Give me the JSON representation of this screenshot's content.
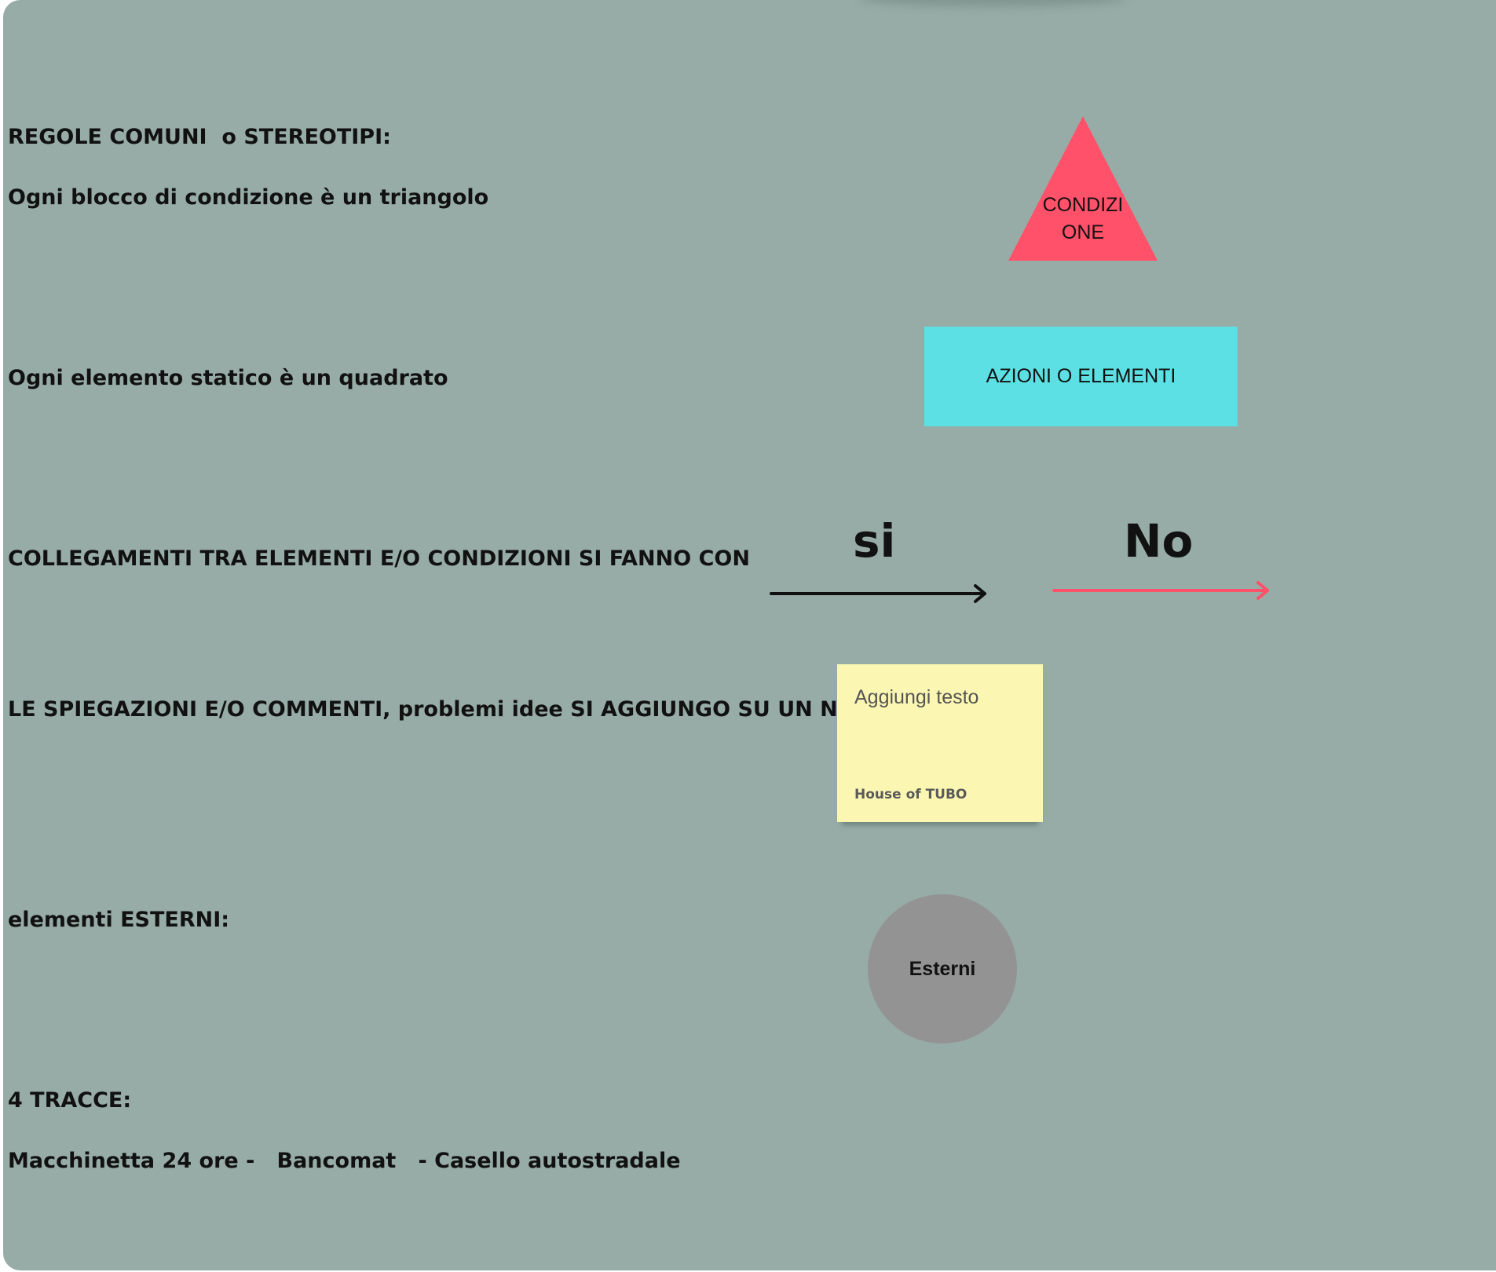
{
  "rules": {
    "heading": "REGOLE COMUNI  o STEREOTIPI:",
    "condition_rule": "Ogni blocco di condizione è un triangolo",
    "static_rule": "Ogni elemento statico è un quadrato",
    "links_rule": "COLLEGAMENTI TRA ELEMENTI E/O CONDIZIONI SI FANNO CON",
    "notes_rule": "LE SPIEGAZIONI E/O COMMENTI, problemi idee SI AGGIUNGO SU UN NOTE",
    "external_rule": "elementi ESTERNI:",
    "tracks_heading": "4 TRACCE:",
    "tracks_list": "Macchinetta 24 ore -   Bancomat   - Casello autostradale"
  },
  "shapes": {
    "triangle_label": "CONDIZI\nONE",
    "rectangle_label": "AZIONI O ELEMENTI",
    "circle_label": "Esterni"
  },
  "arrows": {
    "yes_label": "si",
    "no_label": "No"
  },
  "note": {
    "placeholder": "Aggiungi testo",
    "author": "House of TUBO"
  },
  "colors": {
    "board_background": "#97aca6",
    "triangle_fill": "#ff516a",
    "rectangle_fill": "#5ce0e4",
    "yes_arrow": "#111111",
    "no_arrow": "#ff516a",
    "note_fill": "#fbf7b3",
    "circle_fill": "#939393"
  }
}
